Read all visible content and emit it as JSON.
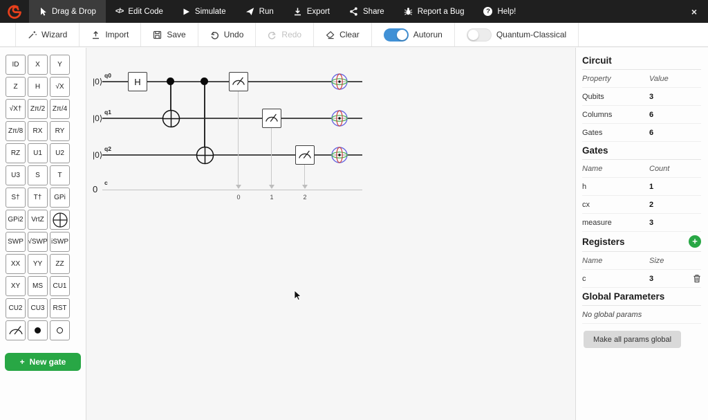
{
  "navbar": {
    "items": [
      {
        "label": "Drag & Drop"
      },
      {
        "label": "Edit Code"
      },
      {
        "label": "Simulate"
      },
      {
        "label": "Run"
      },
      {
        "label": "Export"
      },
      {
        "label": "Share"
      },
      {
        "label": "Report a Bug"
      },
      {
        "label": "Help!"
      }
    ]
  },
  "glyphs": {
    "plus": "+",
    "close": "×",
    "question": "?",
    "code": "</>"
  },
  "toolbar": {
    "wizard": "Wizard",
    "import": "Import",
    "save": "Save",
    "undo": "Undo",
    "redo": "Redo",
    "clear": "Clear",
    "autorun": "Autorun",
    "quantum_classical": "Quantum-Classical",
    "autorun_state": "on",
    "quantum_classical_state": "off"
  },
  "palette": {
    "gates": [
      "ID",
      "X",
      "Y",
      "Z",
      "H",
      "√X",
      "√X†",
      "Zπ/2",
      "Zπ/4",
      "Zπ/8",
      "RX",
      "RY",
      "RZ",
      "U1",
      "U2",
      "U3",
      "S",
      "T",
      "S†",
      "T†",
      "GPi",
      "GPi2",
      "VrtZ",
      "SWP",
      "√SWP",
      "iSWP",
      "XX",
      "YY",
      "ZZ",
      "XY",
      "MS",
      "CU1",
      "CU2",
      "CU3",
      "RST"
    ],
    "new_gate": "New gate"
  },
  "circuit": {
    "qubits": [
      {
        "ket": "|0⟩",
        "reg": "q0"
      },
      {
        "ket": "|0⟩",
        "reg": "q1"
      },
      {
        "ket": "|0⟩",
        "reg": "q2"
      }
    ],
    "classical": {
      "value": "0",
      "reg": "c"
    },
    "h_label": "H",
    "column_labels": [
      "0",
      "1",
      "2"
    ]
  },
  "panel": {
    "circuit_title": "Circuit",
    "property_header": "Property",
    "value_header": "Value",
    "properties": [
      {
        "name": "Qubits",
        "value": "3"
      },
      {
        "name": "Columns",
        "value": "6"
      },
      {
        "name": "Gates",
        "value": "6"
      }
    ],
    "gates_title": "Gates",
    "name_header": "Name",
    "count_header": "Count",
    "gate_counts": [
      {
        "name": "h",
        "count": "1"
      },
      {
        "name": "cx",
        "count": "2"
      },
      {
        "name": "measure",
        "count": "3"
      }
    ],
    "registers_title": "Registers",
    "reg_name_header": "Name",
    "reg_size_header": "Size",
    "registers": [
      {
        "name": "c",
        "size": "3"
      }
    ],
    "global_title": "Global Parameters",
    "global_empty": "No global params",
    "make_global": "Make all params global"
  },
  "colors": {
    "accent_blue": "#4191d6",
    "green": "#28a745",
    "logo_red": "#e8401c",
    "navbar_bg": "#1f1f1f"
  }
}
